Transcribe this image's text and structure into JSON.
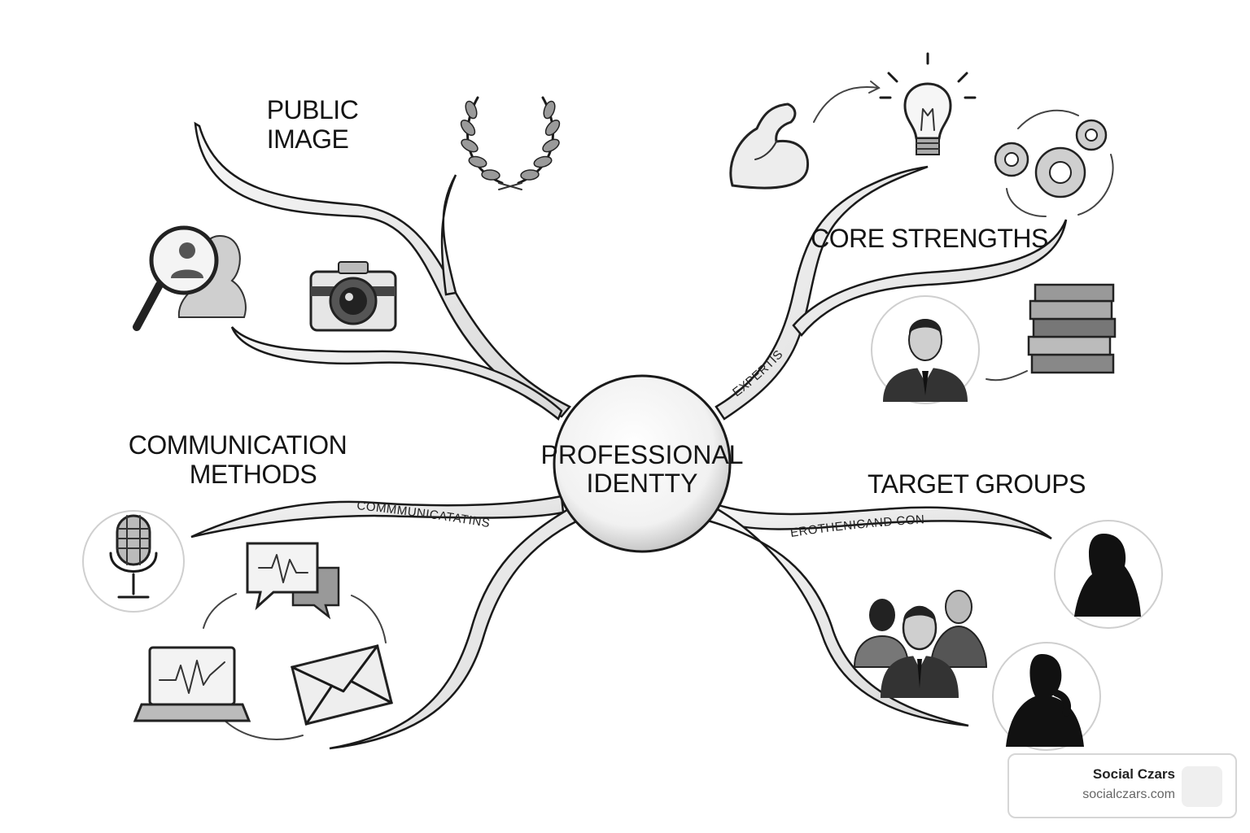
{
  "center": {
    "line1": "PROFESSIONAL",
    "line2": "IDENTTY"
  },
  "branches": {
    "public_image": {
      "line1": "PUBLIC",
      "line2": "IMAGE"
    },
    "core_strengths": {
      "label": "CORE STRENGTHS",
      "branch_text": "EXPERTIS"
    },
    "communication_methods": {
      "line1": "COMMUNICATION",
      "line2": "METHODS",
      "branch_text": "COMMMUNICATATINS"
    },
    "target_groups": {
      "label": "TARGET GROUPS",
      "branch_text": "EROTHENICAND CONS"
    }
  },
  "icons": [
    "laurel-wreath-icon",
    "magnifier-person-icon",
    "camera-icon",
    "flexed-arm-icon",
    "lightbulb-icon",
    "gears-icon",
    "businessman-icon",
    "books-icon",
    "microphone-icon",
    "chat-bubbles-icon",
    "laptop-icon",
    "envelope-icon",
    "group-people-icon",
    "woman-silhouette-icon",
    "man-silhouette-icon"
  ],
  "watermark": {
    "name": "Social Czars",
    "url": "socialczars.com"
  }
}
